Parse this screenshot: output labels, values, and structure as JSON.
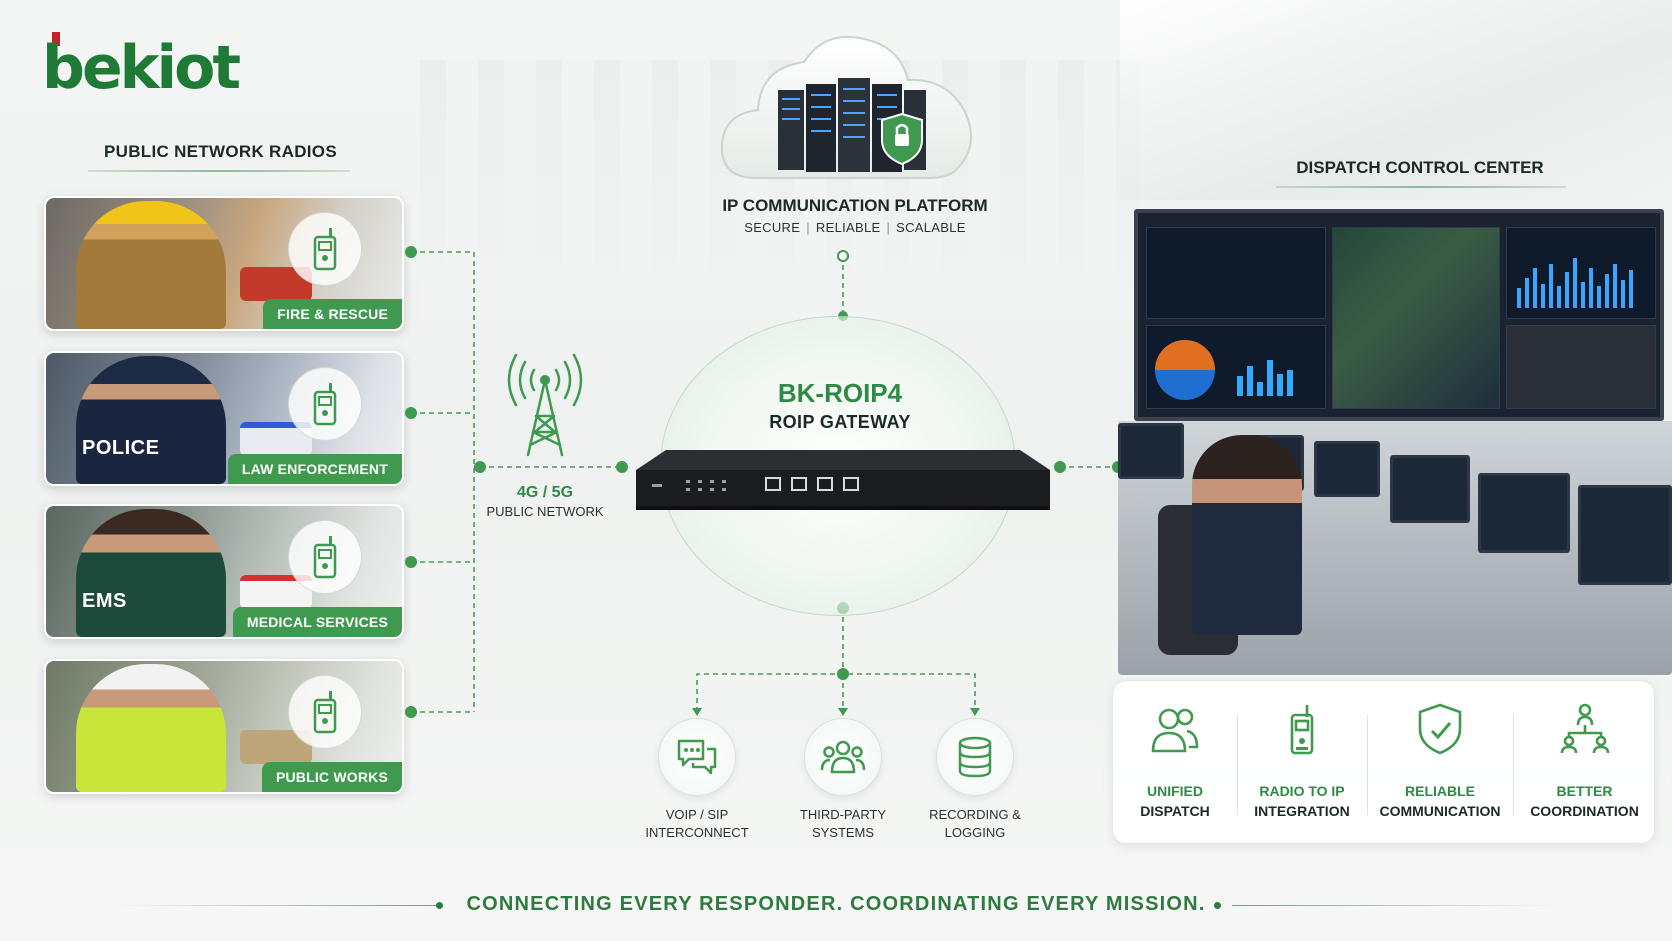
{
  "brand": {
    "name": "bekiot",
    "green": "#1e7a34",
    "red": "#c8202f"
  },
  "left": {
    "title": "PUBLIC NETWORK RADIOS",
    "cards": [
      {
        "tag": "FIRE & RESCUE",
        "icon": "radio-icon"
      },
      {
        "tag": "LAW ENFORCEMENT",
        "vest": "POLICE",
        "icon": "radio-icon"
      },
      {
        "tag": "MEDICAL SERVICES",
        "vest": "EMS",
        "icon": "radio-icon"
      },
      {
        "tag": "PUBLIC WORKS",
        "icon": "radio-icon"
      }
    ]
  },
  "network": {
    "title": "4G / 5G",
    "subtitle": "PUBLIC NETWORK",
    "icon": "cell-tower-icon"
  },
  "platform": {
    "title": "IP COMMUNICATION PLATFORM",
    "tags": [
      "SECURE",
      "RELIABLE",
      "SCALABLE"
    ],
    "separator": "|",
    "icon": "cloud-server-icon"
  },
  "gateway": {
    "title": "BK-ROIP4",
    "subtitle": "ROIP GATEWAY"
  },
  "features": [
    {
      "line1": "VOIP / SIP",
      "line2": "INTERCONNECT",
      "icon": "chat-bubbles-icon"
    },
    {
      "line1": "THIRD-PARTY",
      "line2": "SYSTEMS",
      "icon": "users-group-icon"
    },
    {
      "line1": "RECORDING &",
      "line2": "LOGGING",
      "icon": "database-icon"
    }
  ],
  "dispatch": {
    "title": "DISPATCH CONTROL CENTER",
    "benefits": [
      {
        "line1": "UNIFIED",
        "line2": "DISPATCH",
        "icon": "users-icon"
      },
      {
        "line1": "RADIO TO IP",
        "line2": "INTEGRATION",
        "icon": "radio-icon"
      },
      {
        "line1": "RELIABLE",
        "line2": "COMMUNICATION",
        "icon": "shield-check-icon"
      },
      {
        "line1": "BETTER",
        "line2": "COORDINATION",
        "icon": "network-people-icon"
      }
    ]
  },
  "tagline": "CONNECTING EVERY RESPONDER. COORDINATING EVERY MISSION.",
  "colors": {
    "accent": "#3f9a4f",
    "accent_dark": "#2f8a44",
    "line": "#4c9a5a"
  }
}
